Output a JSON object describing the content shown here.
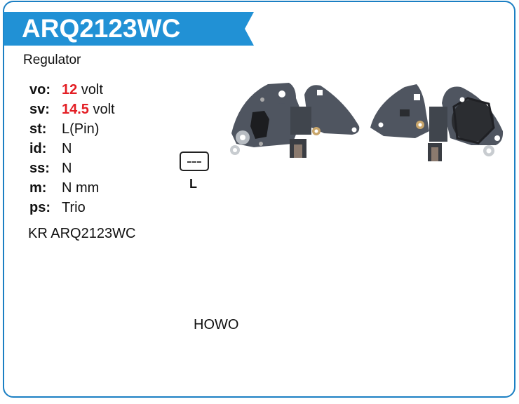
{
  "header": {
    "part_number": "ARQ2123WC",
    "ribbon_color": "#2191d5",
    "border_color": "#1b7fc3"
  },
  "category": "Regulator",
  "specs": [
    {
      "label": "vo:",
      "value_num": "12",
      "value_unit": " volt"
    },
    {
      "label": "sv:",
      "value_num": "14.5",
      "value_unit": " volt"
    },
    {
      "label": "st:",
      "value_num": "",
      "value_unit": "L(Pin)"
    },
    {
      "label": "id:",
      "value_num": "",
      "value_unit": "N"
    },
    {
      "label": "ss:",
      "value_num": "",
      "value_unit": "N"
    },
    {
      "label": "m:",
      "value_num": "",
      "value_unit": "N mm"
    },
    {
      "label": "ps:",
      "value_num": "",
      "value_unit": "Trio"
    }
  ],
  "highlight_color": "#e31e24",
  "oe_reference": "KR ARQ2123WC",
  "connector": {
    "icon": "plug-connector-icon",
    "label": "L"
  },
  "photos": [
    {
      "alt": "regulator-front-view"
    },
    {
      "alt": "regulator-back-view"
    }
  ],
  "application": "HOWO"
}
